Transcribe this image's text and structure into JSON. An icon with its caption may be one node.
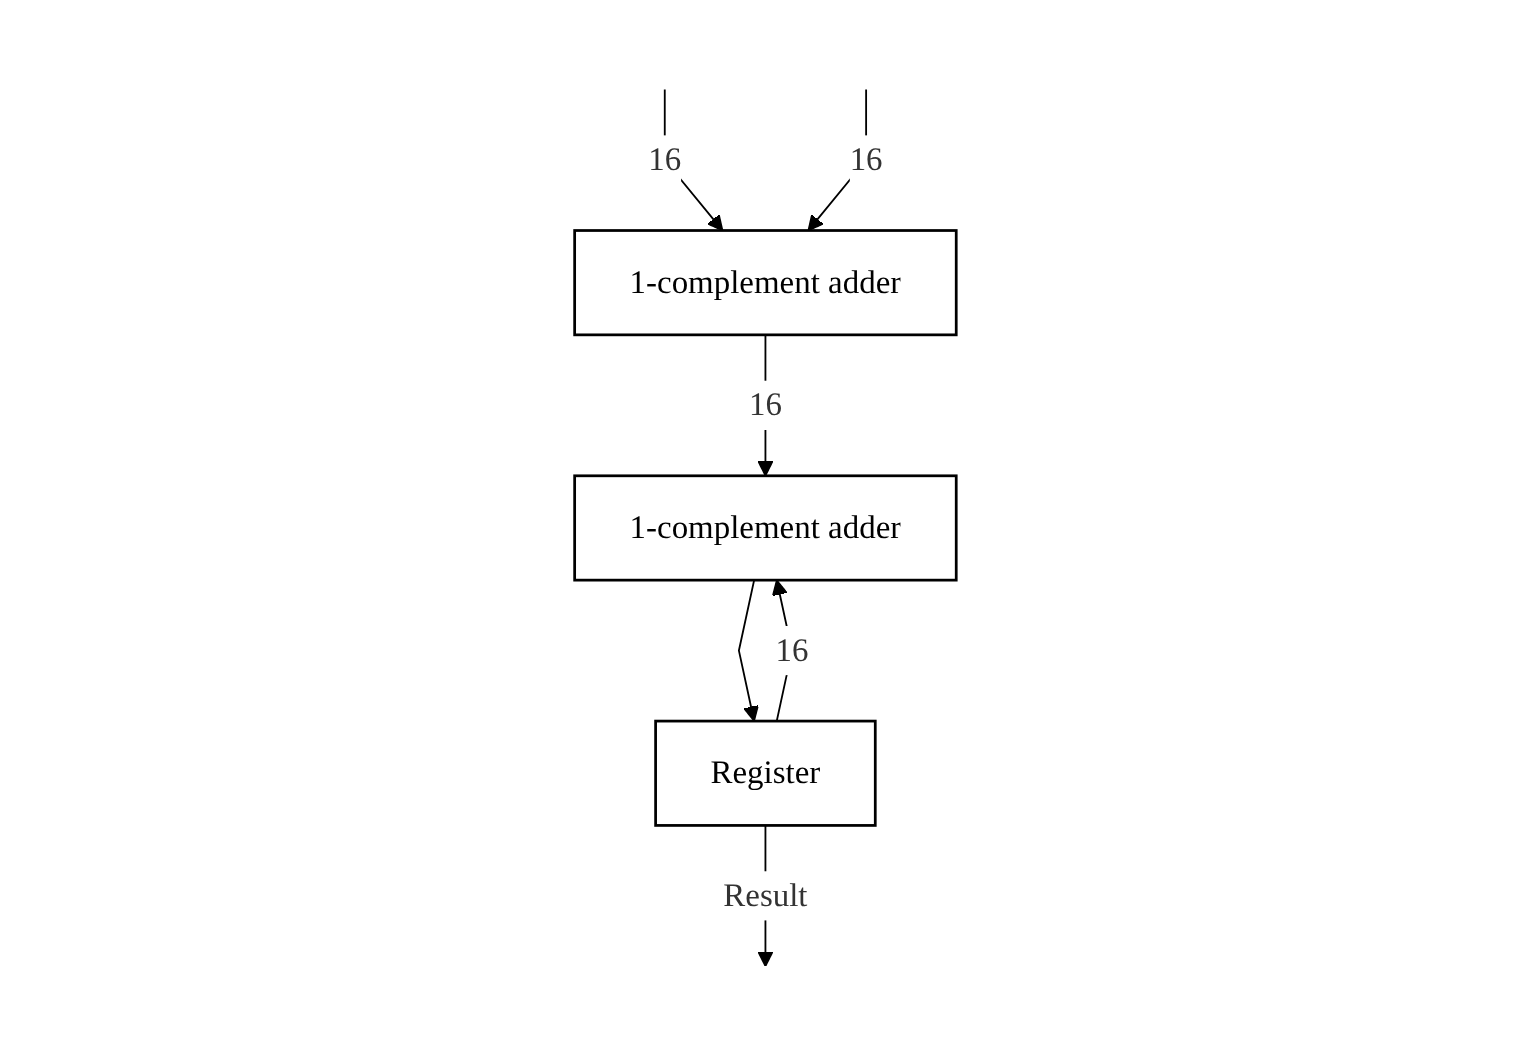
{
  "diagram": {
    "nodes": [
      {
        "text": [
          "1-complement adder"
        ]
      },
      {
        "text": [
          "1-complement adder"
        ]
      },
      {
        "text": [
          "Register"
        ]
      }
    ],
    "edges": [
      {
        "from": null,
        "to": 0,
        "arrow": "to",
        "label": "16"
      },
      {
        "from": null,
        "to": 0,
        "arrow": "to",
        "label": "16"
      },
      {
        "from": 0,
        "to": 1,
        "arrow": "to",
        "label": "16"
      },
      {
        "from": 2,
        "to": 1,
        "arrow": "to",
        "label": "16"
      },
      {
        "from": 1,
        "to": 2,
        "arrow": "to"
      },
      {
        "from": 2,
        "to": null,
        "arrow": "to",
        "label": "Result"
      }
    ]
  }
}
